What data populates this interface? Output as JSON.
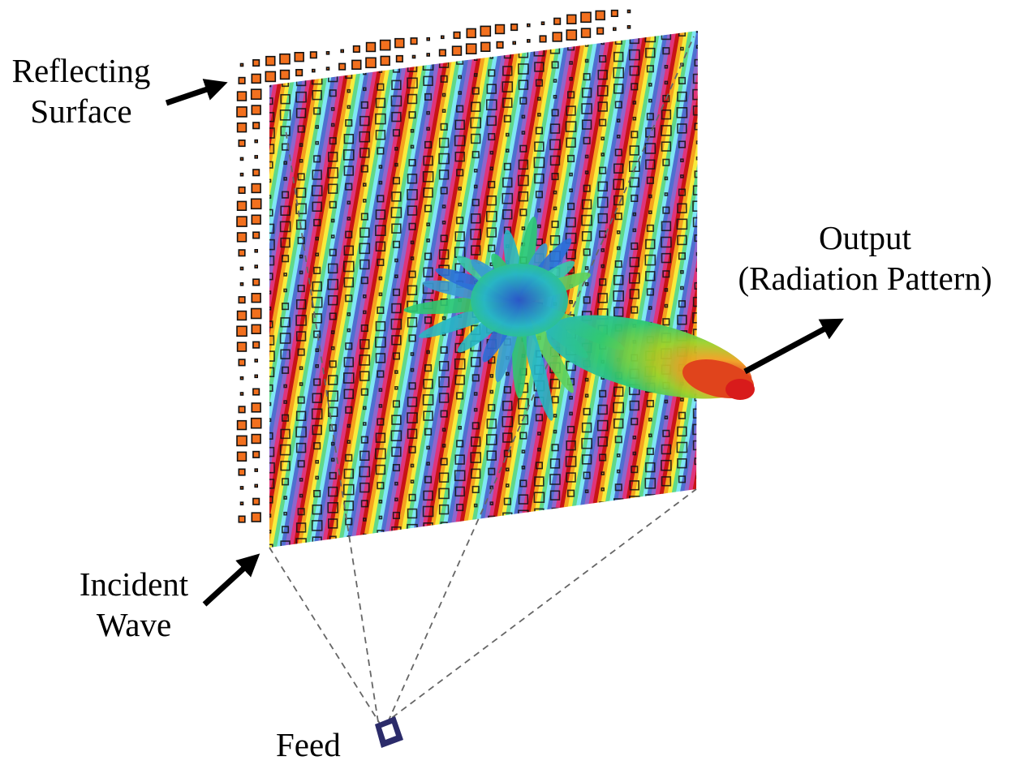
{
  "labels": {
    "reflecting_surface": [
      "Reflecting",
      "Surface"
    ],
    "output": [
      "Output",
      "(Radiation Pattern)"
    ],
    "incident_wave": [
      "Incident",
      "Wave"
    ],
    "feed": "Feed"
  },
  "colors": {
    "unit_cell_fill": "#f2701e",
    "unit_cell_outline": "#111111",
    "arrow": "#000000",
    "ray_dash": "#666666",
    "feed_horn": "#2b2b6a",
    "wave_spectrum": [
      "#c81414",
      "#f5a21e",
      "#f7ec3c",
      "#3fd06c",
      "#6fe3f2",
      "#4a64c8",
      "#8c5cc8",
      "#e0347a"
    ],
    "beam_spectrum": [
      "#d81b1b",
      "#f0a020",
      "#9bd12a",
      "#2ec872",
      "#27b6c4",
      "#2a52c8"
    ]
  },
  "icons": [
    "arrow-icon",
    "feed-horn-icon"
  ]
}
